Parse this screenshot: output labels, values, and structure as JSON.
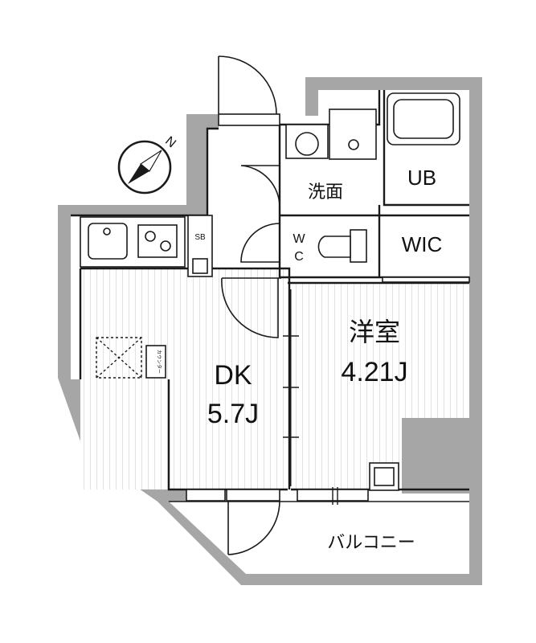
{
  "rooms": {
    "dk": {
      "name": "DK",
      "size": "5.7J"
    },
    "bedroom": {
      "name": "洋室",
      "size": "4.21J"
    },
    "washroom": "洗面",
    "bath": "UB",
    "closet": "WIC",
    "toilet": {
      "w": "W",
      "c": "C"
    },
    "balcony": "バルコニー"
  },
  "fixtures": {
    "shoe_box": "SB",
    "counter": "カウンター"
  },
  "compass": {
    "north": "N",
    "icon": "compass-icon"
  },
  "colors": {
    "wall": "#a6a6a6",
    "floor": "#ebebeb",
    "line": "#1a1a1a"
  }
}
